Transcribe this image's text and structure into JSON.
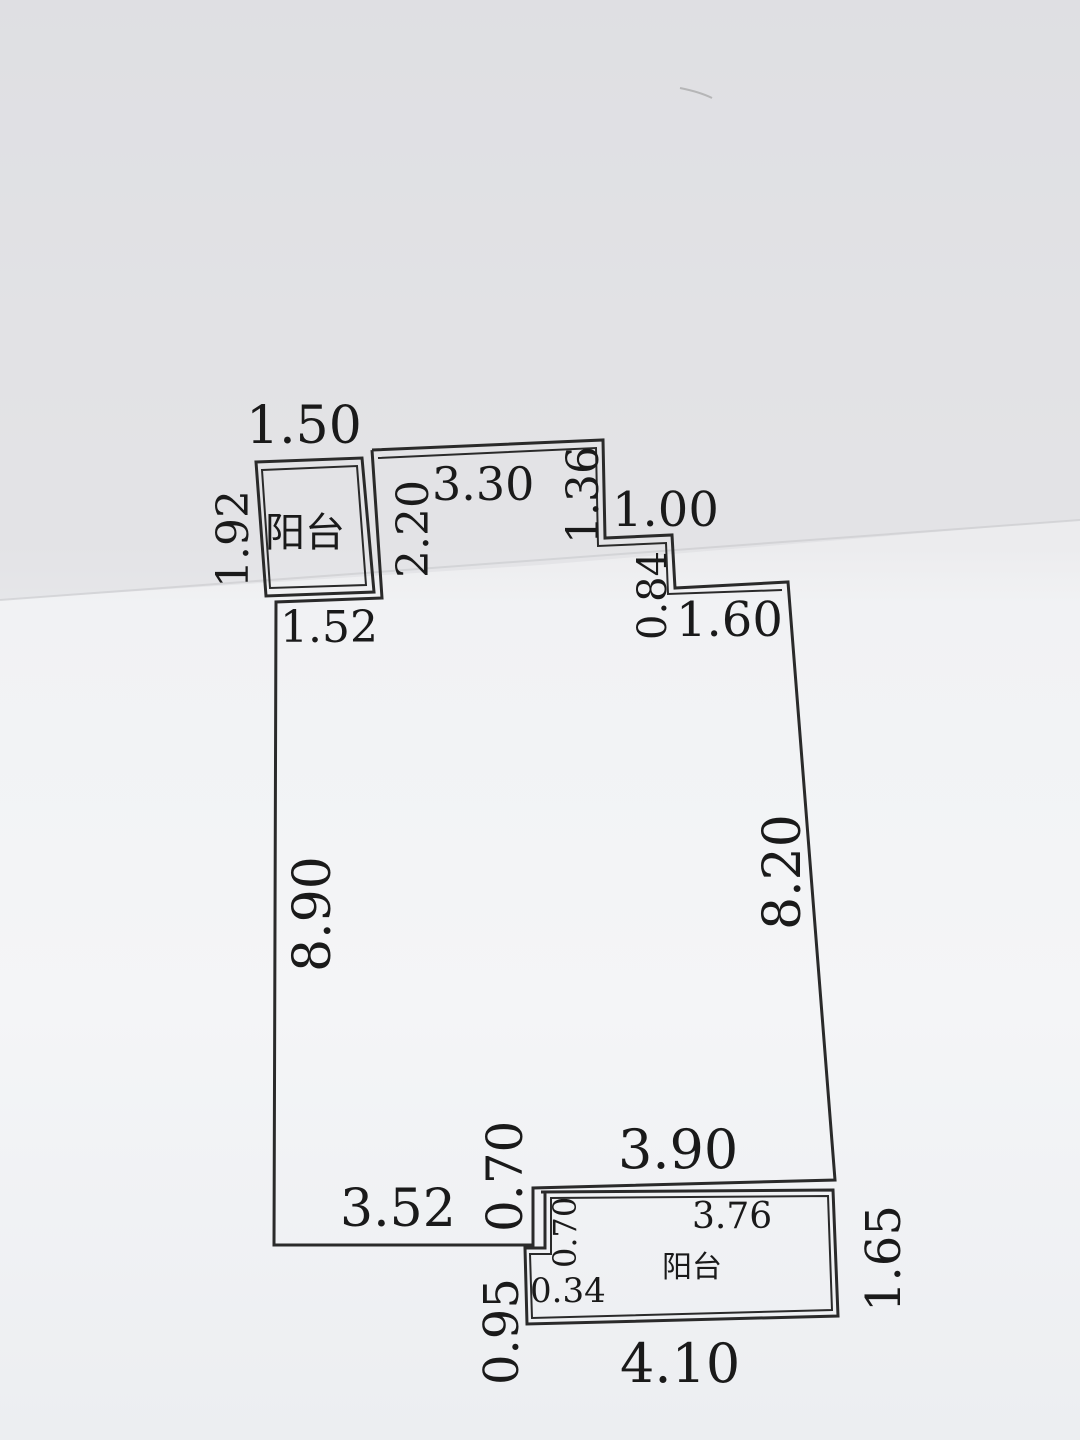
{
  "rooms": {
    "balcony_top_label": "阳台",
    "balcony_bottom_label": "阳台"
  },
  "dimensions": {
    "top_balcony_width": "1.50",
    "top_balcony_height": "1.92",
    "top_left_segment": "1.52",
    "top_step_height": "2.20",
    "top_width": "3.30",
    "right_step_height": "1.36",
    "right_step_width": "1.00",
    "right_notch_height": "0.84",
    "right_upper_width": "1.60",
    "left_height": "8.90",
    "right_height": "8.20",
    "bottom_notch_height": "0.70",
    "bottom_right_width": "3.90",
    "bottom_left_width": "3.52",
    "inner_notch_height": "0.70",
    "bottom_balcony_inner_width": "3.76",
    "bottom_balcony_height": "1.65",
    "bottom_small_notch": "0.34",
    "bottom_left_height": "0.95",
    "bottom_width": "4.10"
  },
  "colors": {
    "paper": "#f3f4f6",
    "ink": "#1a1a1a"
  }
}
